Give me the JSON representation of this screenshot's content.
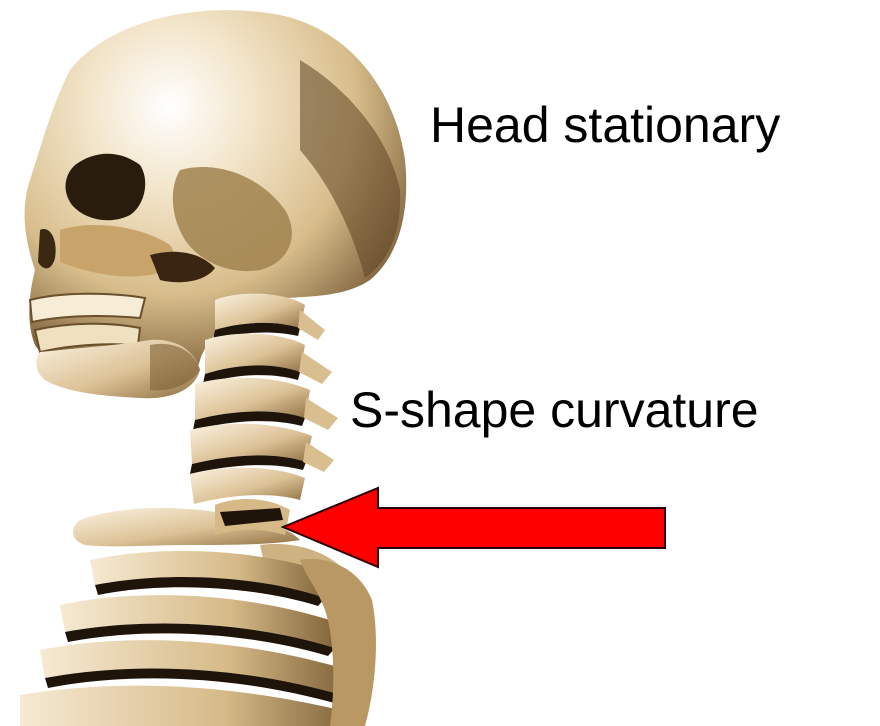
{
  "labels": {
    "head": "Head stationary",
    "curvature": "S-shape curvature"
  },
  "colors": {
    "bone_light": "#f3e6cc",
    "bone_mid": "#d9bf8f",
    "bone_dark": "#7a5f36",
    "shadow": "#1e140a",
    "arrow_fill": "#ff0000",
    "arrow_stroke": "#2a0000"
  },
  "icons": {
    "skeleton": "skull-neck-skeleton-illustration",
    "pointer": "red-left-arrow-icon"
  }
}
